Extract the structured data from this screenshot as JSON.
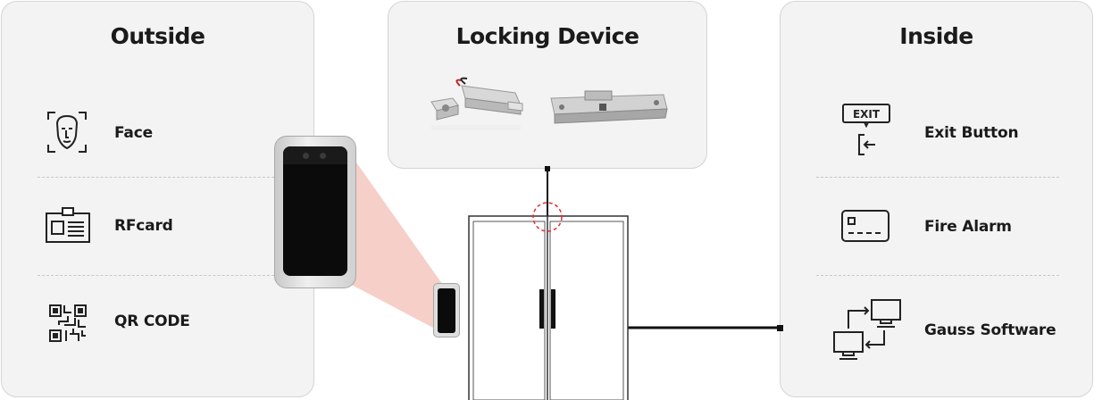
{
  "outside": {
    "title": "Outside",
    "items": [
      {
        "label": "Face",
        "icon": "face-scan-icon"
      },
      {
        "label": "RFcard",
        "icon": "id-card-icon"
      },
      {
        "label": "QR CODE",
        "icon": "qr-code-icon"
      }
    ]
  },
  "locking": {
    "title": "Locking Device",
    "devices": [
      {
        "icon": "bolt-lock-icon"
      },
      {
        "icon": "electric-strike-lock-icon"
      }
    ]
  },
  "inside": {
    "title": "Inside",
    "items": [
      {
        "label": "Exit Button",
        "icon": "exit-button-icon",
        "icon_text": "EXIT"
      },
      {
        "label": "Fire Alarm",
        "icon": "fire-alarm-icon"
      },
      {
        "label": "Gauss Software",
        "icon": "networked-computers-icon"
      }
    ]
  },
  "colors": {
    "panel_bg": "#f3f3f3",
    "panel_border": "#d4d4d4",
    "beam": "#f6cfc9",
    "lock_marker": "#e0303a",
    "line": "#111111"
  }
}
